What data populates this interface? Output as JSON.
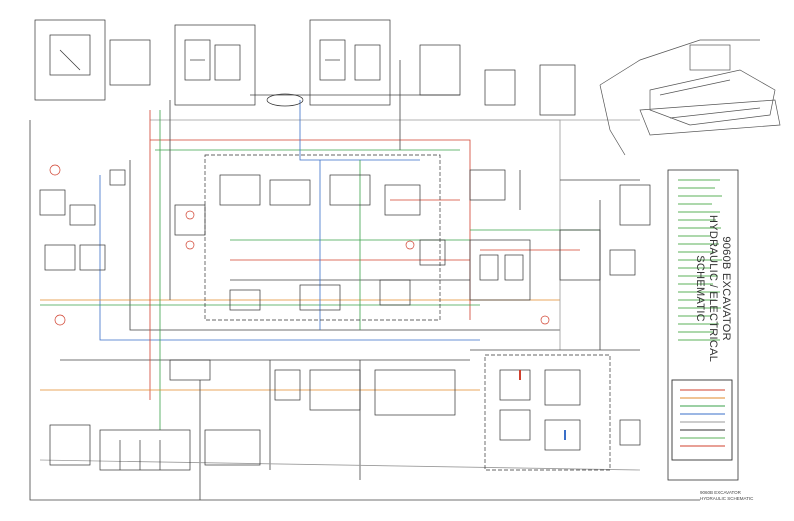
{
  "sheet": {
    "title_lines": [
      "9060B EXCAVATOR",
      "HYDRAULIC / ELECTRICAL",
      "SCHEMATIC"
    ],
    "footer_lines": [
      "9060B EXCAVATOR",
      "HYDRAULIC SCHEMATIC"
    ]
  },
  "colors": {
    "line_black": "#333333",
    "line_green": "#3aa04a",
    "line_red": "#d0402e",
    "line_blue": "#3a6fc8",
    "line_orange": "#e08a2a",
    "line_gray": "#9a9a9a",
    "legend_green": "#5bb15a"
  }
}
